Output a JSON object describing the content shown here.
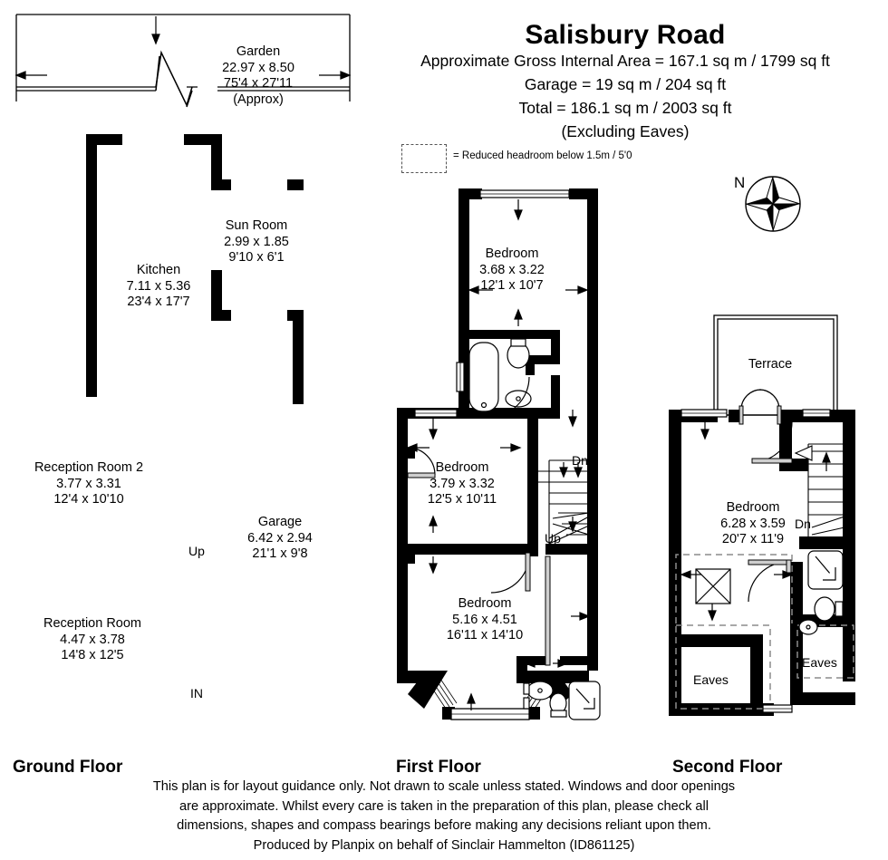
{
  "header": {
    "title": "Salisbury Road",
    "line1": "Approximate Gross Internal Area = 167.1 sq m / 1799 sq ft",
    "line2": "Garage = 19 sq m / 204 sq ft",
    "line3": "Total = 186.1 sq m / 2003 sq ft",
    "line4": "(Excluding Eaves)",
    "legend_text": "= Reduced headroom below 1.5m / 5'0",
    "compass_north": "N"
  },
  "floors": [
    {
      "id": "ground",
      "caption": "Ground Floor"
    },
    {
      "id": "first",
      "caption": "First Floor"
    },
    {
      "id": "second",
      "caption": "Second Floor"
    }
  ],
  "ground_floor": {
    "garden": {
      "name": "Garden",
      "metric": "22.97 x 8.50",
      "imperial": "75'4 x 27'11",
      "note": "(Approx)"
    },
    "kitchen": {
      "name": "Kitchen",
      "metric": "7.11 x 5.36",
      "imperial": "23'4 x 17'7"
    },
    "sun_room": {
      "name": "Sun Room",
      "metric": "2.99 x 1.85",
      "imperial": "9'10 x 6'1"
    },
    "reception2": {
      "name": "Reception Room 2",
      "metric": "3.77 x 3.31",
      "imperial": "12'4 x 10'10"
    },
    "reception": {
      "name": "Reception Room",
      "metric": "4.47 x 3.78",
      "imperial": "14'8 x 12'5"
    },
    "garage": {
      "name": "Garage",
      "metric": "6.42 x 2.94",
      "imperial": "21'1 x 9'8"
    },
    "stair_up": "Up",
    "entrance": "IN"
  },
  "first_floor": {
    "bedroom_top": {
      "name": "Bedroom",
      "metric": "3.68 x 3.22",
      "imperial": "12'1 x 10'7"
    },
    "bedroom_mid": {
      "name": "Bedroom",
      "metric": "3.79 x 3.32",
      "imperial": "12'5 x 10'11"
    },
    "bedroom_bottom": {
      "name": "Bedroom",
      "metric": "5.16 x 4.51",
      "imperial": "16'11 x 14'10"
    },
    "stair_down": "Dn",
    "stair_up": "Up"
  },
  "second_floor": {
    "terrace": {
      "name": "Terrace"
    },
    "bedroom": {
      "name": "Bedroom",
      "metric": "6.28 x 3.59",
      "imperial": "20'7 x 11'9"
    },
    "stair_down": "Dn",
    "eaves_left": "Eaves",
    "eaves_right": "Eaves"
  },
  "footer": {
    "line1": "This plan is for layout guidance only. Not drawn to scale unless stated. Windows and door openings",
    "line2": "are approximate. Whilst every care is taken in the preparation of this plan, please check all",
    "line3": "dimensions, shapes and compass bearings before making any decisions reliant upon them.",
    "line4": "Produced by Planpix on behalf of Sinclair Hammelton (ID861125)"
  },
  "colors": {
    "wall": "#000000",
    "paper": "#ffffff",
    "dashed": "#8c8c8c",
    "fixture_line": "#000000"
  }
}
